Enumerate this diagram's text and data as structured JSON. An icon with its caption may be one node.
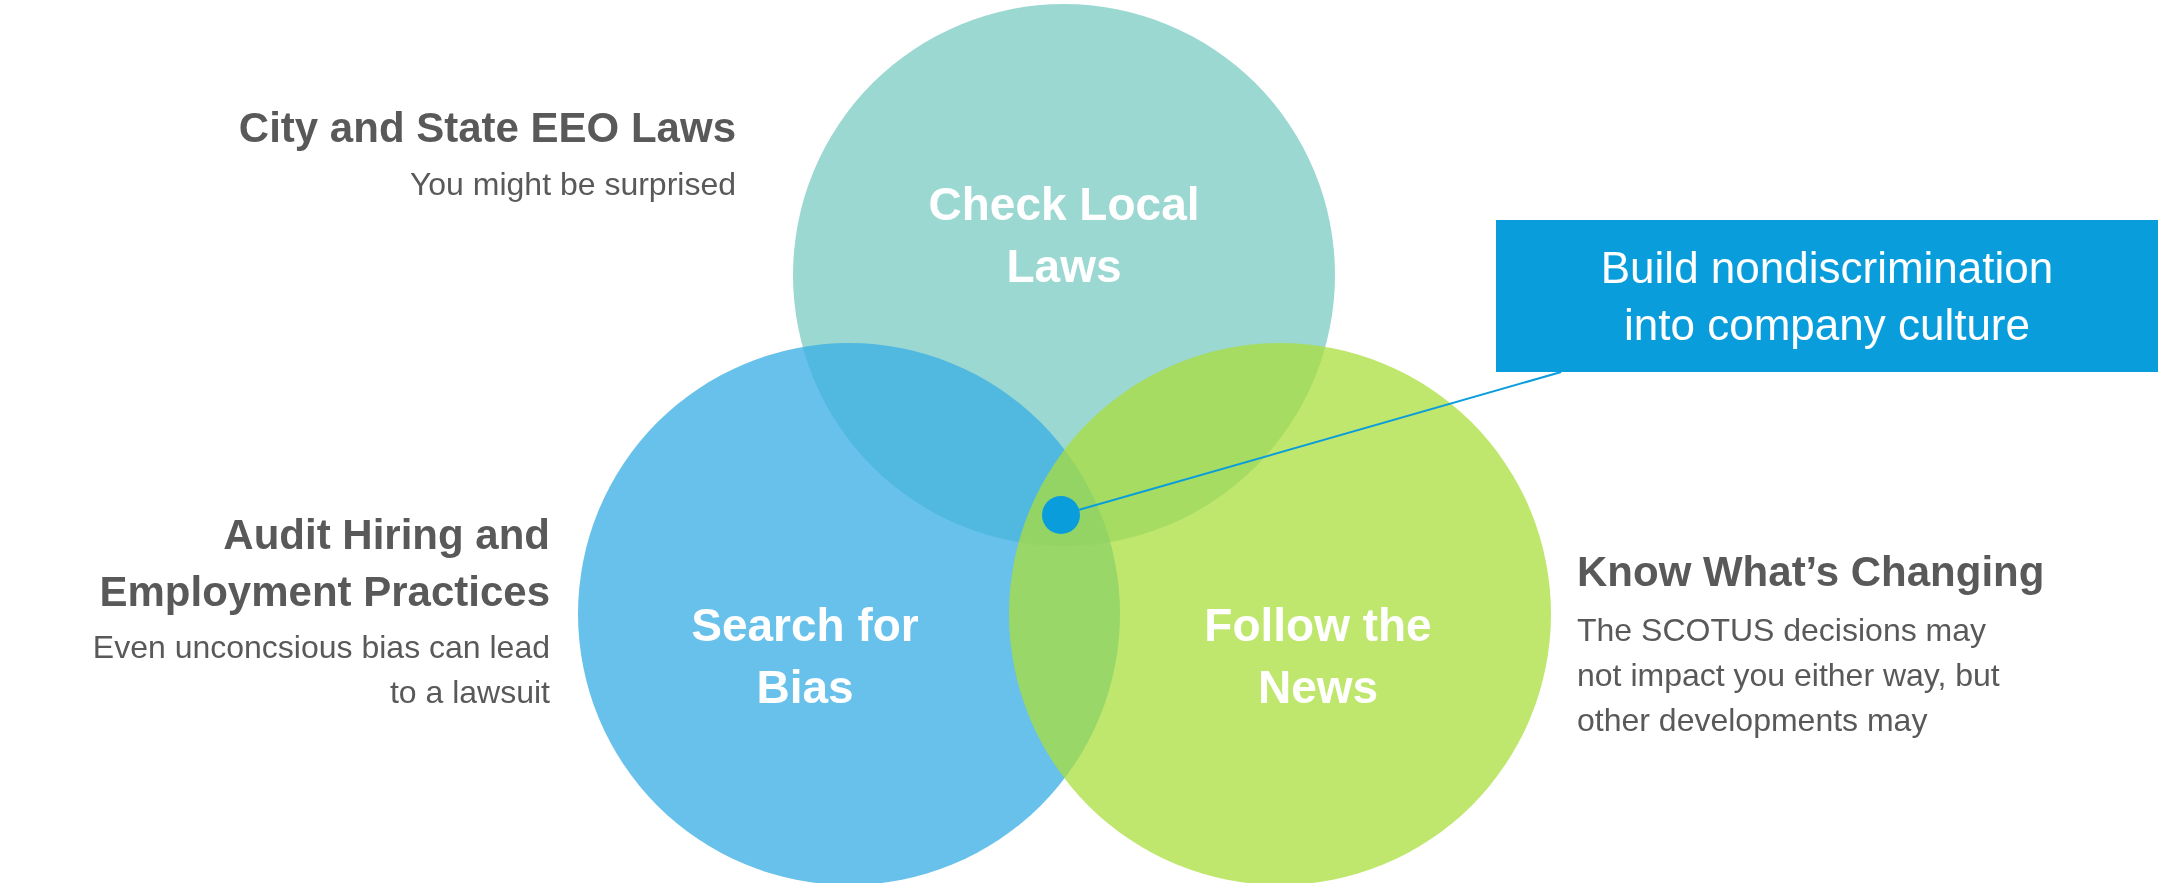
{
  "diagram": {
    "nodes": [
      {
        "text": [
          "Check Local Laws"
        ],
        "beside": [
          "City and State EEO Laws",
          "You might be surprised"
        ]
      },
      {
        "text": [
          "Build nondiscrimination into company culture"
        ]
      },
      {
        "text": [],
        "shape": "circle"
      },
      {
        "text": [
          "Search for Bias"
        ],
        "beside": [
          "Audit Hiring and Employment Practices",
          "Even unconcsious bias can lead to a lawsuit"
        ]
      },
      {
        "text": [
          "Follow the News"
        ],
        "beside": [
          "Know What’s Changing",
          "The SCOTUS decisions may not impact you either way, but other developments may"
        ]
      }
    ],
    "edges": [
      {
        "from": 1,
        "to": 2,
        "arrow": "none"
      }
    ]
  }
}
